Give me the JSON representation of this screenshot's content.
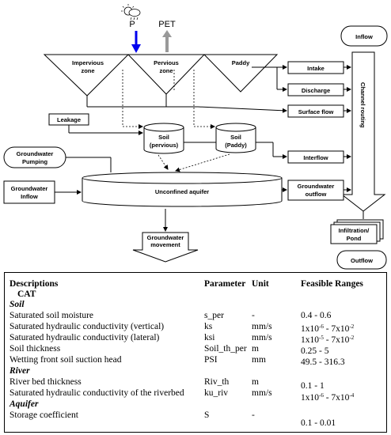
{
  "diagram": {
    "precipitation": "P",
    "evapotranspiration": "PET",
    "zones": [
      "Impervious zone",
      "Pervious zone",
      "Paddy"
    ],
    "inflow": "Inflow",
    "outflow": "Outflow",
    "channel_routing": "Channel routing",
    "intake": "Intake",
    "discharge": "Discharge",
    "surface_flow": "Surface flow",
    "interflow": "Interflow",
    "groundwater_outflow": "Groundwater outflow",
    "infiltration_pond": "Infiltration/ Pond",
    "leakage": "Leakage",
    "soil_pervious": "Soil (pervious)",
    "soil_paddy": "Soil (Paddy)",
    "groundwater_pumping": "Groundwater Pumping",
    "groundwater_inflow": "Groundwater Inflow",
    "unconfined_aquifer": "Unconfined aquifer",
    "groundwater_movement": "Groundwater movement"
  },
  "table": {
    "headers": [
      "Descriptions",
      "Parameter",
      "Unit",
      "Feasible Ranges"
    ],
    "model": "CAT",
    "sections": [
      {
        "name": "Soil",
        "rows": [
          {
            "description": "Saturated soil moisture",
            "parameter": "s_per",
            "unit": "-",
            "range": "0.4 - 0.6"
          },
          {
            "description": "Saturated hydraulic conductivity (vertical)",
            "parameter": "ks",
            "unit": "mm/s",
            "range_base": "1x10",
            "range_exp": "-6",
            "range_mid": " - 7x10",
            "range_exp2": "-2"
          },
          {
            "description": "Saturated hydraulic conductivity (lateral)",
            "parameter": "ksi",
            "unit": "mm/s",
            "range_base": "1x10",
            "range_exp": "-5",
            "range_mid": " - 7x10",
            "range_exp2": "-2"
          },
          {
            "description": "Soil thickness",
            "parameter": "Soil_th_per",
            "unit": "m",
            "range": "0.25 - 5"
          },
          {
            "description": "Wetting front soil suction head",
            "parameter": "PSI",
            "unit": "mm",
            "range": "49.5 - 316.3"
          }
        ]
      },
      {
        "name": "River",
        "rows": [
          {
            "description": "River bed thickness",
            "parameter": "Riv_th",
            "unit": "m",
            "range": "0.1 - 1"
          },
          {
            "description": "Saturated hydraulic conductivity of the riverbed",
            "parameter": "ku_riv",
            "unit": "mm/s",
            "range_base": "1x10",
            "range_exp": "-6",
            "range_mid": " - 7x10",
            "range_exp2": "-4"
          }
        ]
      },
      {
        "name": "Aquifer",
        "rows": [
          {
            "description": "Storage coefficient",
            "parameter": "S",
            "unit": "-",
            "range": "0.1 - 0.01"
          }
        ]
      }
    ]
  }
}
